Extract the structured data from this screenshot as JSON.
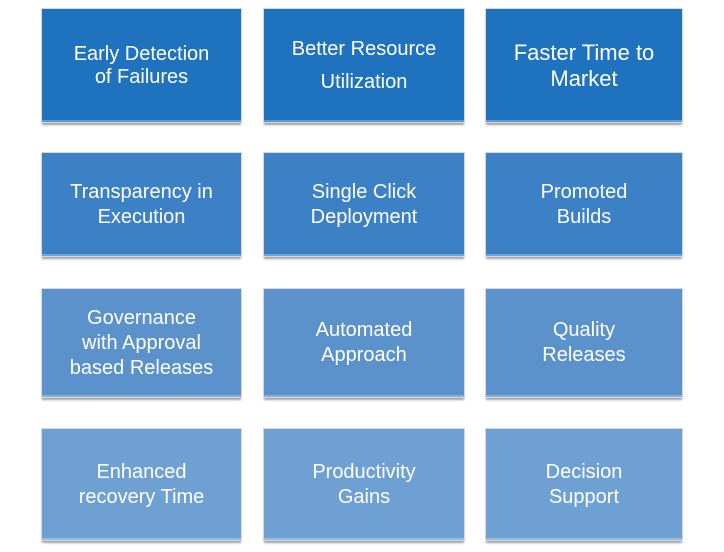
{
  "page": {
    "background_color": "#FFFFFF",
    "text_color": "#FFFFFF"
  },
  "grid": {
    "rows": 4,
    "cols": 3,
    "row_colors": [
      "#1F73BE",
      "#3C80C6",
      "#5B92CB",
      "#6FA0D3"
    ],
    "tiles": [
      {
        "label": "Early Detection\nof Failures",
        "color": "#1F73BE"
      },
      {
        "label": "Better Resource\nUtilization",
        "color": "#1F73BE"
      },
      {
        "label": "Faster Time to\nMarket",
        "color": "#1F73BE"
      },
      {
        "label": "Transparency in\nExecution",
        "color": "#3C80C6"
      },
      {
        "label": "Single Click\nDeployment",
        "color": "#3C80C6"
      },
      {
        "label": "Promoted\nBuilds",
        "color": "#3C80C6"
      },
      {
        "label": "Governance\nwith Approval\nbased Releases",
        "color": "#5B92CB"
      },
      {
        "label": "Automated\nApproach",
        "color": "#5B92CB"
      },
      {
        "label": "Quality\nReleases",
        "color": "#5B92CB"
      },
      {
        "label": "Enhanced\nrecovery Time",
        "color": "#6FA0D3"
      },
      {
        "label": "Productivity\nGains",
        "color": "#6FA0D3"
      },
      {
        "label": "Decision\nSupport",
        "color": "#6FA0D3"
      }
    ]
  }
}
